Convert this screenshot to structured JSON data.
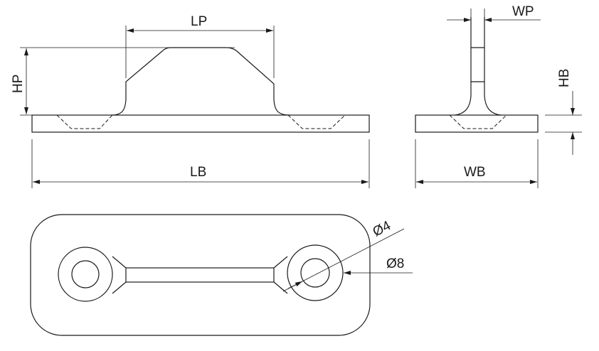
{
  "labels": {
    "lp": "LP",
    "hp": "HP",
    "lb": "LB",
    "wp": "WP",
    "hb": "HB",
    "wb": "WB",
    "d4": "Ø4",
    "d8": "Ø8"
  },
  "colors": {
    "line": "#1a1a1a",
    "background": "#ffffff"
  }
}
